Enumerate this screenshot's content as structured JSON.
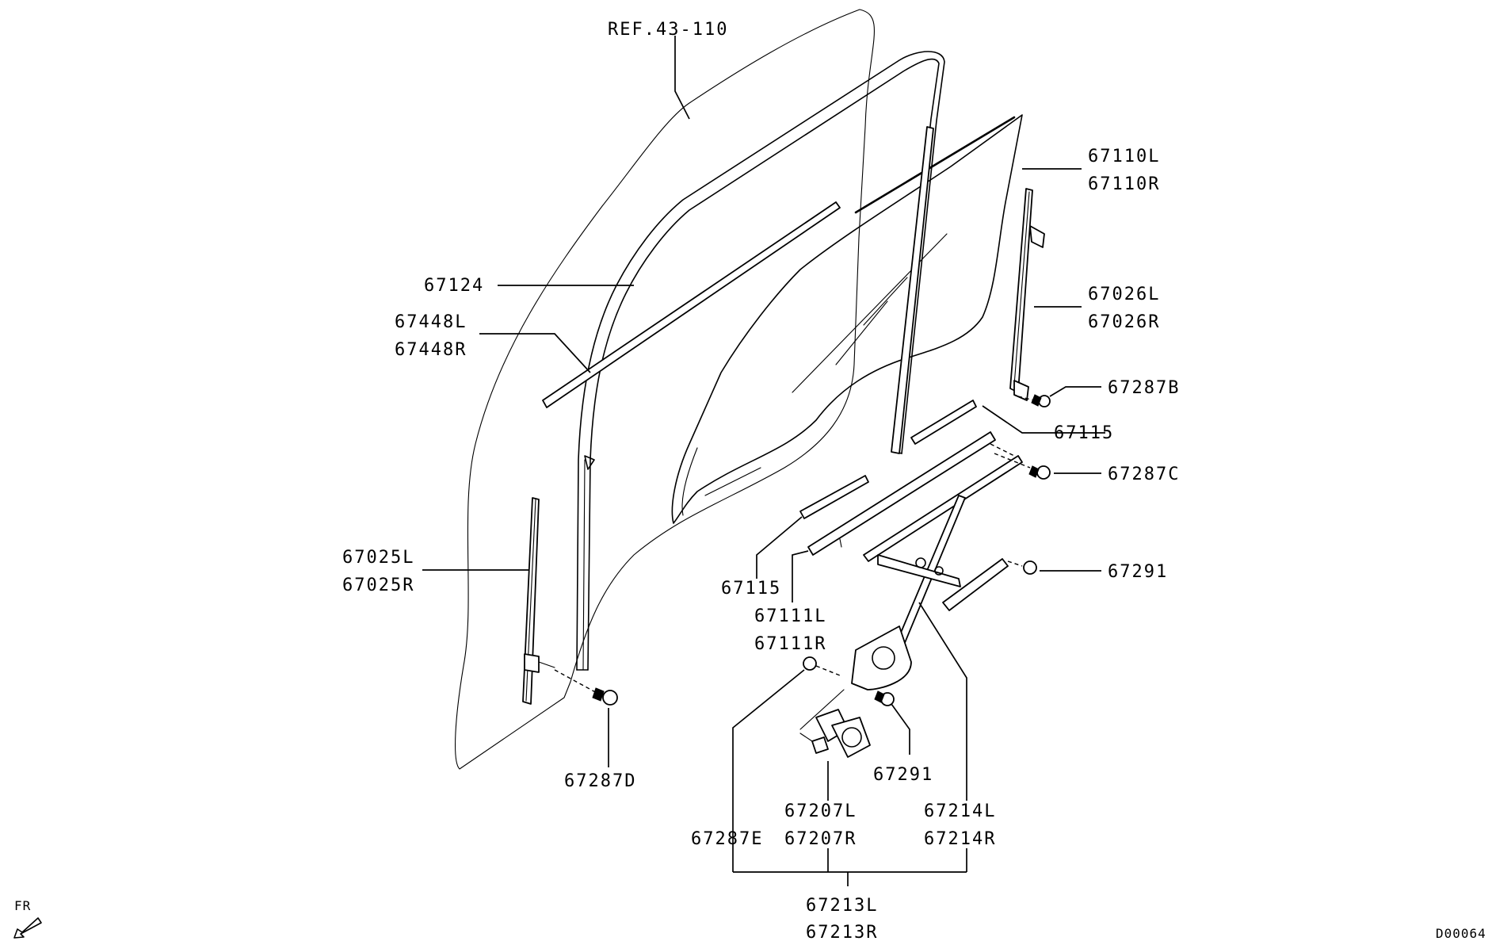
{
  "ref_label": "REF.43-110",
  "labels": {
    "p67110": [
      "67110L",
      "67110R"
    ],
    "p67124": [
      "67124"
    ],
    "p67448": [
      "67448L",
      "67448R"
    ],
    "p67026": [
      "67026L",
      "67026R"
    ],
    "p67287B": [
      "67287B"
    ],
    "p67115_upper": [
      "67115"
    ],
    "p67287C": [
      "67287C"
    ],
    "p67025": [
      "67025L",
      "67025R"
    ],
    "p67291_right": [
      "67291"
    ],
    "p67115_lower": [
      "67115"
    ],
    "p67111": [
      "67111L",
      "67111R"
    ],
    "p67287D": [
      "67287D"
    ],
    "p67291_lower": [
      "67291"
    ],
    "p67207": [
      "67207L",
      "67207R"
    ],
    "p67214": [
      "67214L",
      "67214R"
    ],
    "p67287E": [
      "67287E"
    ],
    "p67213": [
      "67213L",
      "67213R"
    ]
  },
  "orientation": {
    "text": "FR",
    "icon": "front-direction-arrow-icon"
  },
  "diagram_code": "D00064"
}
